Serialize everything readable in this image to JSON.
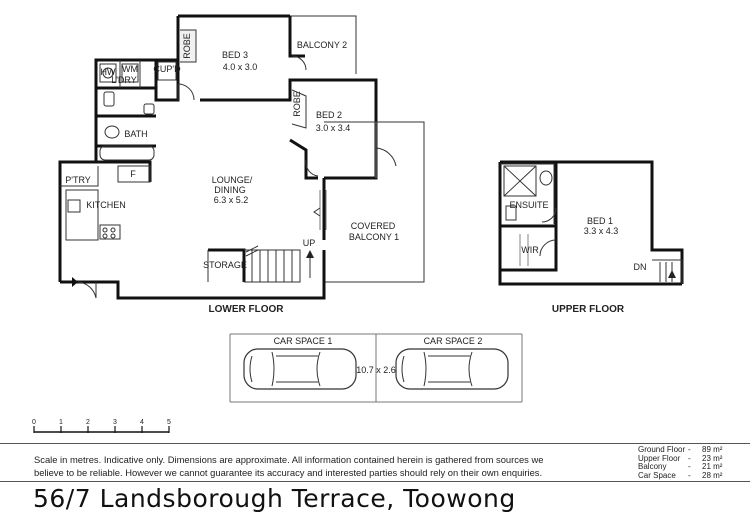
{
  "rooms": {
    "bed3": {
      "name": "BED 3",
      "dim": "4.0 x 3.0"
    },
    "balcony2": {
      "name": "BALCONY 2"
    },
    "bed2": {
      "name": "BED 2",
      "dim": "3.0 x 3.4"
    },
    "lounge": {
      "line1": "LOUNGE/",
      "line2": "DINING",
      "dim": "6.3 x 5.2"
    },
    "covered": {
      "line1": "COVERED",
      "line2": "BALCONY 1"
    },
    "kitchen": {
      "name": "KITCHEN"
    },
    "pantry": {
      "name": "P'TRY"
    },
    "fridge": {
      "name": "F"
    },
    "bath": {
      "name": "BATH"
    },
    "laundry": {
      "name": "L'DRY"
    },
    "hw": {
      "name": "HW"
    },
    "wm": {
      "name": "WM"
    },
    "cupd": {
      "name": "CUP'D"
    },
    "robe3": {
      "name": "ROBE"
    },
    "robe2": {
      "name": "ROBE"
    },
    "storage": {
      "name": "STORAGE"
    },
    "up": {
      "name": "UP"
    },
    "bed1": {
      "name": "BED 1",
      "dim": "3.3 x 4.3"
    },
    "ensuite": {
      "name": "ENSUITE"
    },
    "wir": {
      "name": "WIR"
    },
    "dn": {
      "name": "DN"
    }
  },
  "floors": {
    "lower": "LOWER FLOOR",
    "upper": "UPPER FLOOR"
  },
  "car": {
    "space1": "CAR SPACE 1",
    "space2": "CAR SPACE 2",
    "dim": "10.7 x 2.6"
  },
  "scale": {
    "labels": [
      "0",
      "1",
      "2",
      "3",
      "4",
      "5"
    ]
  },
  "disclaimer": {
    "line1": "Scale in metres. Indicative only. Dimensions are approximate.  All information contained herein is gathered from sources we",
    "line2": "believe to be reliable. However we cannot guarantee its accuracy and interested parties should rely on their own enquiries."
  },
  "areas": [
    {
      "label": "Ground Floor",
      "value": "89 m²"
    },
    {
      "label": "Upper Floor",
      "value": "23 m²"
    },
    {
      "label": "Balcony",
      "value": "21 m²"
    },
    {
      "label": "Car Space",
      "value": "28 m²"
    }
  ],
  "address": "56/7 Landsborough Terrace, Toowong",
  "colors": {
    "wall": "#111111",
    "hatch": "#c8c8c8",
    "background": "#ffffff"
  }
}
